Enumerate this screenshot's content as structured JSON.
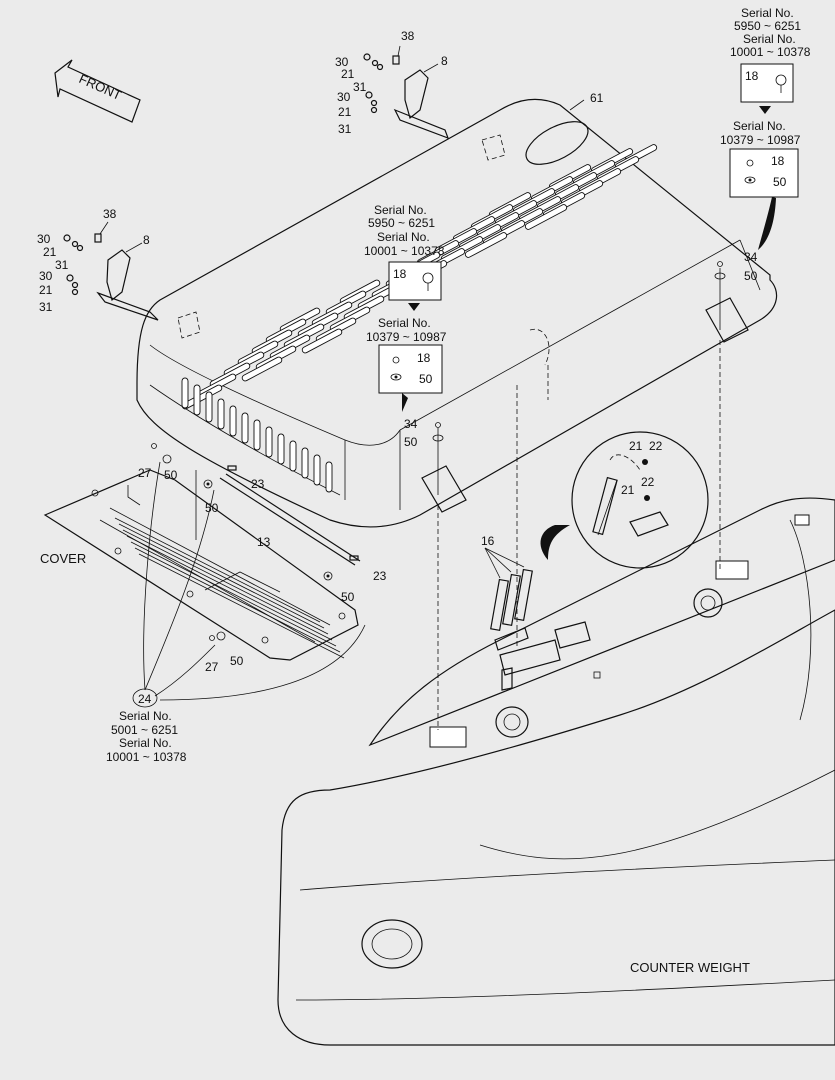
{
  "front_label": "FRONT",
  "part_labels": {
    "p61": "61",
    "p38a": "38",
    "p8a": "8",
    "p30a": "30",
    "p21a": "21",
    "p31a": "31",
    "p30b": "30",
    "p21b": "21",
    "p31b": "31",
    "p38b": "38",
    "p8b": "8",
    "p30c": "30",
    "p21c": "21",
    "p31c": "31",
    "p30d": "30",
    "p21d": "21",
    "p31d": "31",
    "p18a": "18",
    "p18b": "18",
    "p50a": "50",
    "p18c": "18",
    "p18d": "18",
    "p50b": "50",
    "p34a": "34",
    "p50c": "50",
    "p34b": "34",
    "p50d": "50",
    "p27a": "27",
    "p50e": "50",
    "p23a": "23",
    "p50f": "50",
    "p13": "13",
    "p23b": "23",
    "p50g": "50",
    "p27b": "27",
    "p50h": "50",
    "p24": "24",
    "p16": "16",
    "p21d1": "21",
    "p22d1": "22",
    "p21d2": "21",
    "p22d2": "22"
  },
  "serial_notes": {
    "top_right_1": "Serial No.",
    "top_right_2": "5950 ~ 6251",
    "top_right_3": "Serial No.",
    "top_right_4": "10001 ~ 10378",
    "top_right_5": "Serial No.",
    "top_right_6": "10379 ~ 10987",
    "mid_1": "Serial No.",
    "mid_2": "5950 ~ 6251",
    "mid_3": "Serial No.",
    "mid_4": "10001 ~ 10378",
    "mid_5": "Serial No.",
    "mid_6": "10379 ~ 10987",
    "bottom_1": "Serial No.",
    "bottom_2": "5001 ~ 6251",
    "bottom_3": "Serial No.",
    "bottom_4": "10001 ~ 10378"
  },
  "assembly_labels": {
    "cover": "COVER",
    "counter_weight": "COUNTER WEIGHT"
  }
}
